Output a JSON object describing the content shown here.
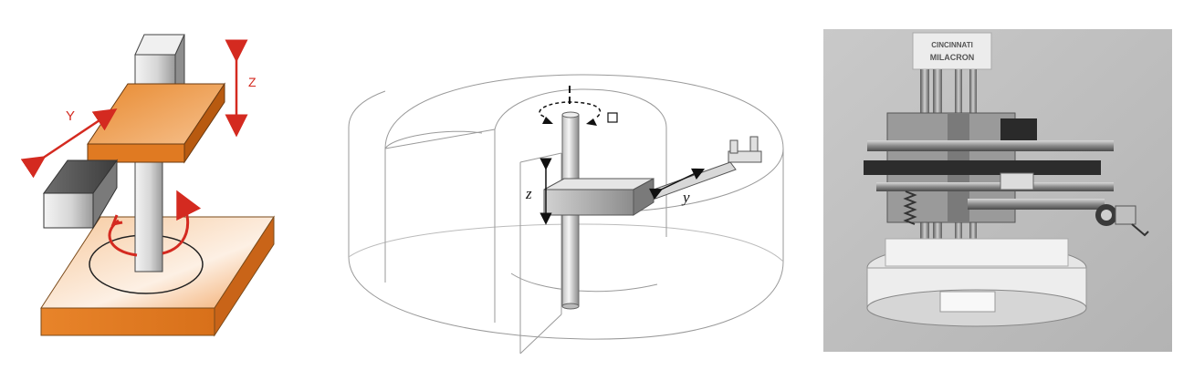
{
  "figure": {
    "panels": [
      {
        "id": "cylindrical-robot-3d-schematic",
        "labels": {
          "horizontal_axis": "Y",
          "vertical_axis": "Z"
        },
        "colors": {
          "orange": "#e8892f",
          "arrow_red": "#d42a20",
          "steel": "#c8c8c8"
        }
      },
      {
        "id": "cylindrical-workspace-diagram",
        "labels": {
          "vertical_axis": "z",
          "horizontal_axis": "y"
        }
      },
      {
        "id": "industrial-robot-photo",
        "labels": {
          "brand_line1": "CINCINNATI",
          "brand_line2": "MILACRON"
        }
      }
    ]
  }
}
